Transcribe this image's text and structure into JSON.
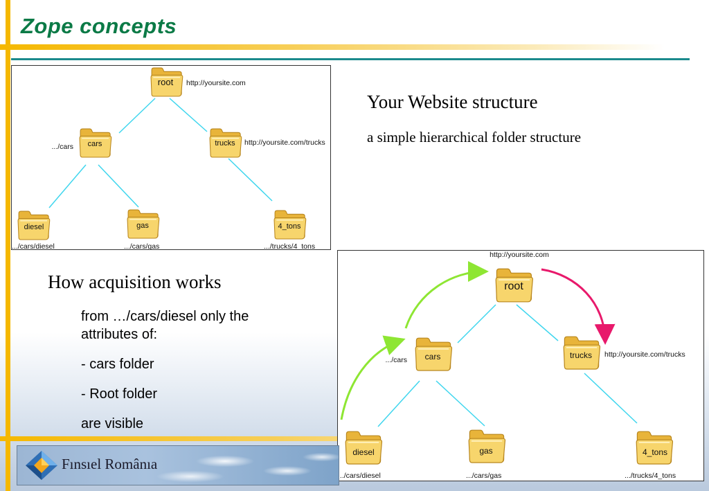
{
  "slide": {
    "title": "Zope concepts"
  },
  "structure": {
    "heading": "Your Website structure",
    "subheading": "a simple hierarchical folder structure"
  },
  "acquisition": {
    "heading": "How acquisition works",
    "lines": [
      "from …/cars/diesel only the attributes of:",
      "- cars folder",
      "- Root folder",
      "are visible"
    ]
  },
  "diagram1": {
    "folders": {
      "root": "root",
      "cars": "cars",
      "trucks": "trucks",
      "diesel": "diesel",
      "gas": "gas",
      "tons": "4_tons"
    },
    "paths": {
      "root": "http://yoursite.com",
      "cars": ".../cars",
      "trucks": "http://yoursite.com/trucks",
      "diesel": ".../cars/diesel",
      "gas": ".../cars/gas",
      "tons": ".../trucks/4_tons"
    }
  },
  "diagram2": {
    "folders": {
      "root": "root",
      "cars": "cars",
      "trucks": "trucks",
      "diesel": "diesel",
      "gas": "gas",
      "tons": "4_tons"
    },
    "paths": {
      "root": "http://yoursite.com",
      "cars": ".../cars",
      "trucks": "http://yoursite.com/trucks",
      "diesel": ".../cars/diesel",
      "gas": ".../cars/gas",
      "tons": ".../trucks/4_tons"
    }
  },
  "footer": {
    "brand": "Fınsıel Românıa"
  },
  "colors": {
    "title": "#0b7a46",
    "accent_bar": "#f5b800",
    "teal_line": "#1b8a8c",
    "connector": "#3fd6ee",
    "acquire_arrow": "#8ee633",
    "lookup_arrow": "#e8196b",
    "folder": "#f2c64a"
  }
}
